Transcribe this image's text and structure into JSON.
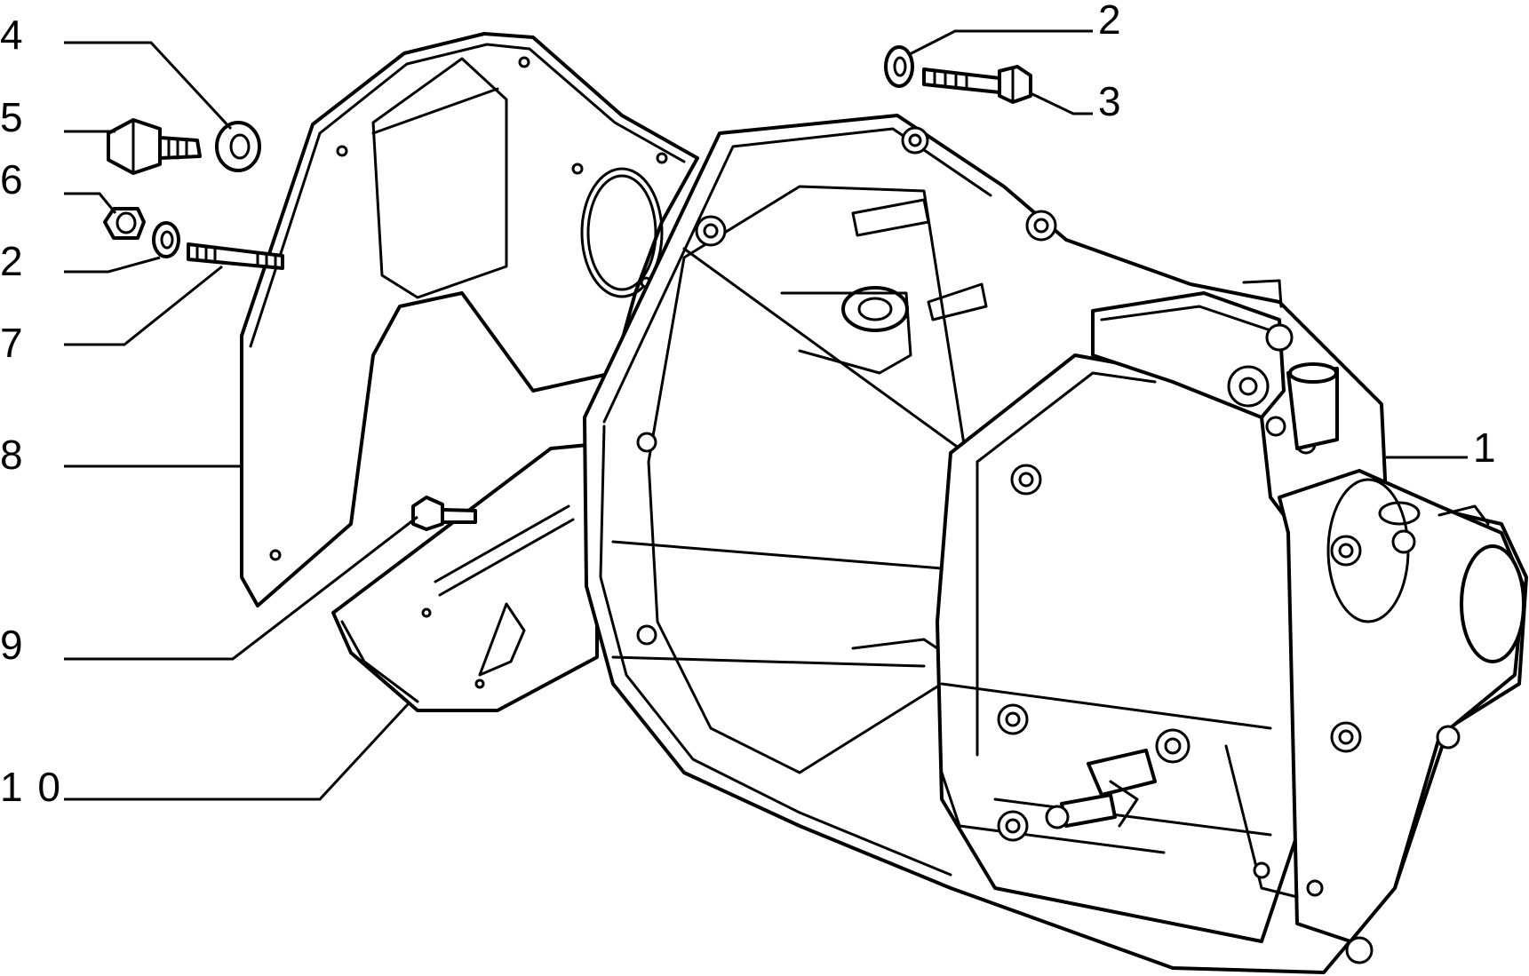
{
  "callouts": [
    {
      "id": "c4",
      "text": "4"
    },
    {
      "id": "c5",
      "text": "5"
    },
    {
      "id": "c6",
      "text": "6"
    },
    {
      "id": "c2a",
      "text": "2"
    },
    {
      "id": "c7",
      "text": "7"
    },
    {
      "id": "c8",
      "text": "8"
    },
    {
      "id": "c9",
      "text": "9"
    },
    {
      "id": "c10",
      "text": "1 0"
    },
    {
      "id": "c2b",
      "text": "2"
    },
    {
      "id": "c3",
      "text": "3"
    },
    {
      "id": "c1",
      "text": "1"
    }
  ]
}
